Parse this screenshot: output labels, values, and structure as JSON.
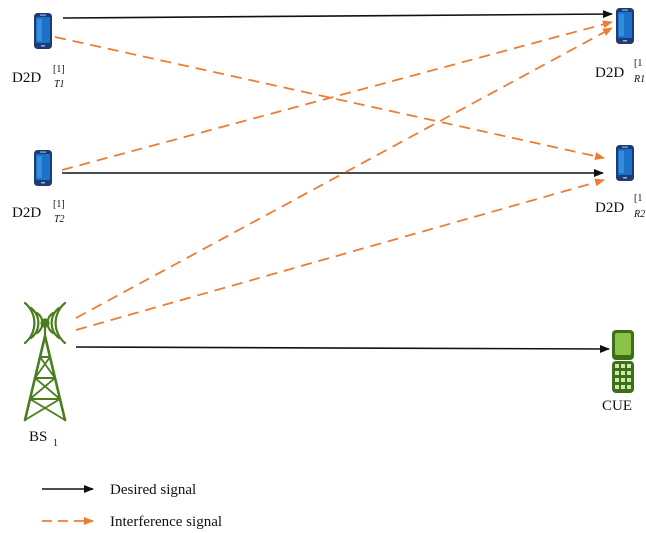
{
  "colors": {
    "desired": "#111111",
    "interference": "#ed7d31",
    "phone_blue": "#1a73c9",
    "phone_dark": "#1f3b73",
    "tower": "#4b7d1e",
    "cue_green": "#6fa832"
  },
  "nodes": {
    "d2d_t1": {
      "label": "D2D",
      "sup": "[1]",
      "sub": "T1",
      "icon": "smartphone-icon"
    },
    "d2d_t2": {
      "label": "D2D",
      "sup": "[1]",
      "sub": "T2",
      "icon": "smartphone-icon"
    },
    "d2d_r1": {
      "label": "D2D",
      "sup": "[1",
      "sub": "R1",
      "icon": "smartphone-icon"
    },
    "d2d_r2": {
      "label": "D2D",
      "sup": "[1",
      "sub": "R2",
      "icon": "smartphone-icon"
    },
    "bs1": {
      "label": "BS",
      "sub": "1",
      "icon": "cell-tower-icon"
    },
    "cue": {
      "label": "CUE",
      "icon": "flip-phone-icon"
    }
  },
  "links": [
    {
      "from": "d2d_t1",
      "to": "d2d_r1",
      "kind": "desired"
    },
    {
      "from": "d2d_t2",
      "to": "d2d_r2",
      "kind": "desired"
    },
    {
      "from": "bs1",
      "to": "cue",
      "kind": "desired"
    },
    {
      "from": "d2d_t1",
      "to": "d2d_r2",
      "kind": "interference"
    },
    {
      "from": "d2d_t2",
      "to": "d2d_r1",
      "kind": "interference"
    },
    {
      "from": "bs1",
      "to": "d2d_r1",
      "kind": "interference"
    },
    {
      "from": "bs1",
      "to": "d2d_r2",
      "kind": "interference"
    }
  ],
  "legend": {
    "desired": "Desired signal",
    "interference": "Interference signal"
  }
}
